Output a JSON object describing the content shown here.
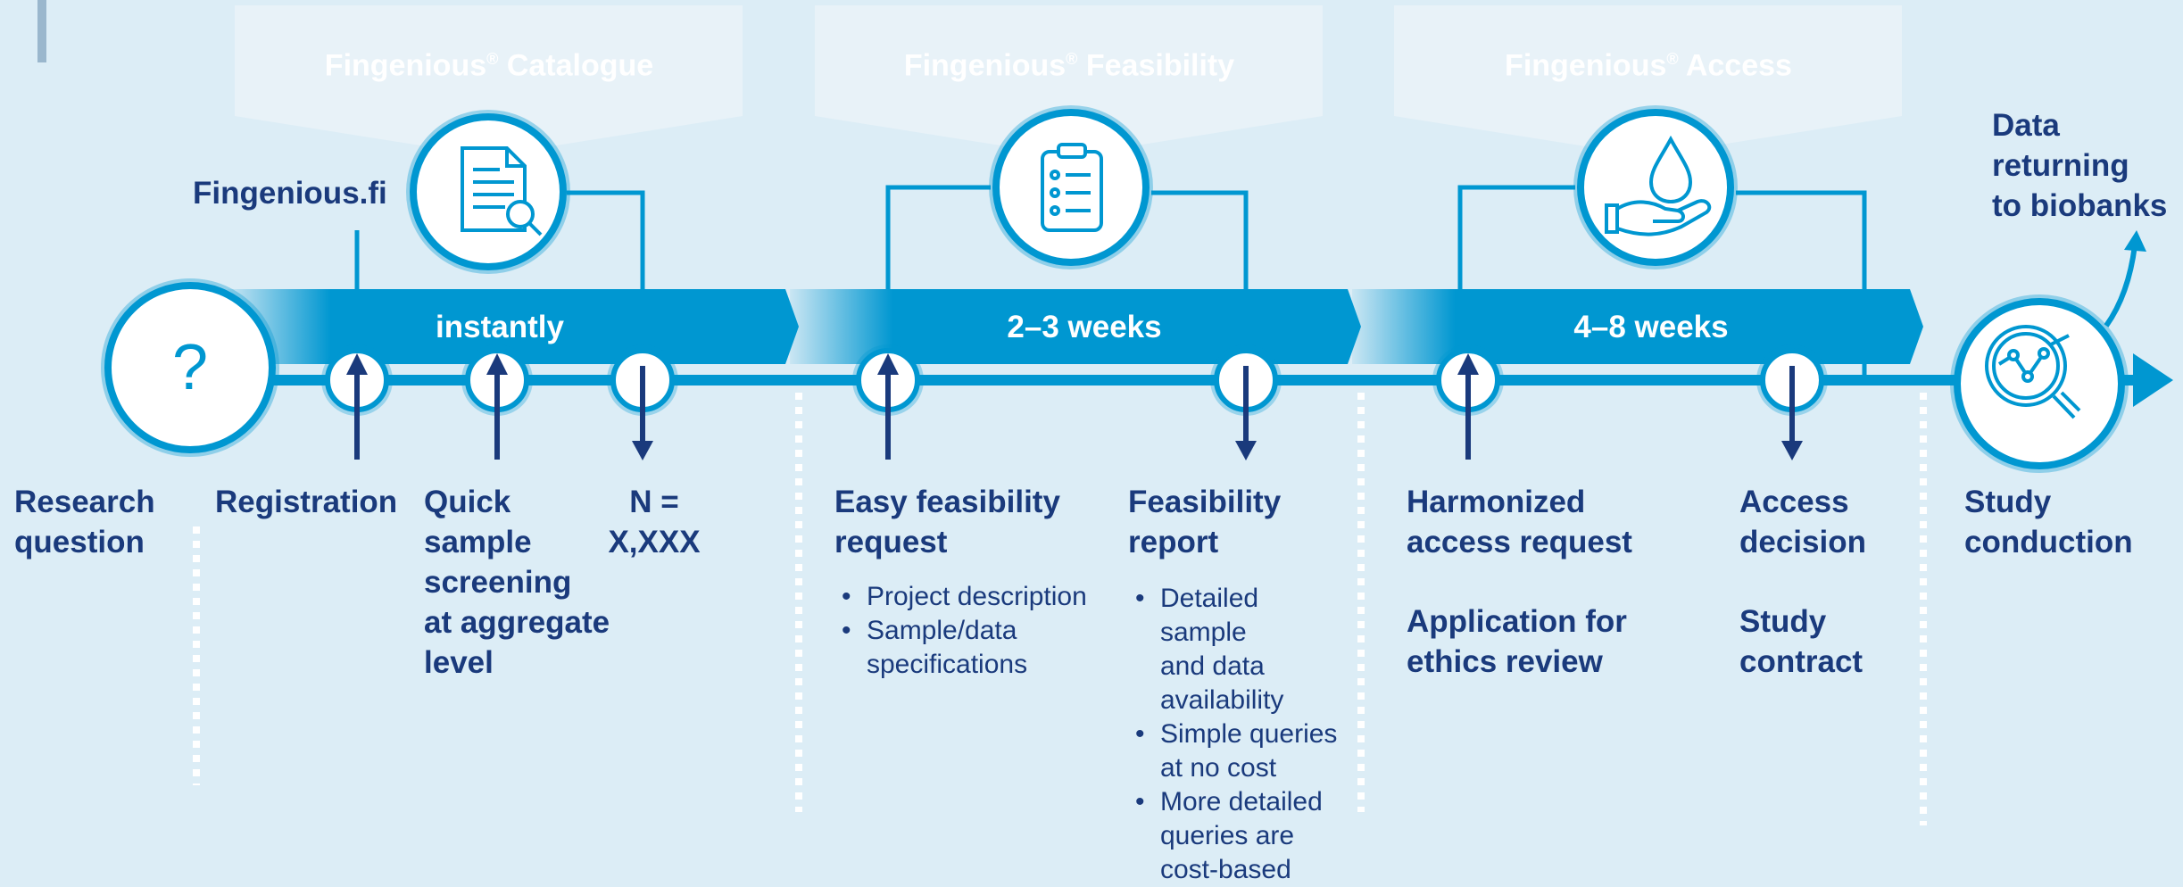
{
  "phases": [
    {
      "tool_name": "Fingenious",
      "tool_mark": "®",
      "tool_suffix": "Catalogue",
      "duration": "instantly",
      "icon": "document-search-icon"
    },
    {
      "tool_name": "Fingenious",
      "tool_mark": "®",
      "tool_suffix": "Feasibility",
      "duration": "2–3 weeks",
      "icon": "clipboard-checklist-icon"
    },
    {
      "tool_name": "Fingenious",
      "tool_mark": "®",
      "tool_suffix": "Access",
      "duration": "4–8 weeks",
      "icon": "hand-drop-icon"
    }
  ],
  "website": "Fingenious.fi",
  "start": {
    "symbol": "?",
    "label_lines": [
      "Research",
      "question"
    ]
  },
  "steps": {
    "registration": {
      "lines": [
        "Registration"
      ]
    },
    "screening": {
      "lines": [
        "Quick",
        "sample",
        "screening",
        "at aggregate",
        "level"
      ]
    },
    "count": {
      "lines": [
        "N =",
        "X,XXX"
      ]
    },
    "feasibility_request": {
      "lines": [
        "Easy feasibility",
        "request"
      ],
      "bullets": [
        [
          "Project description"
        ],
        [
          "Sample/data",
          "specifications"
        ]
      ]
    },
    "feasibility_report": {
      "lines": [
        "Feasibility",
        "report"
      ],
      "bullets": [
        [
          "Detailed",
          "sample",
          "and data",
          "availability"
        ],
        [
          "Simple queries",
          "at no cost"
        ],
        [
          "More detailed",
          "queries are",
          "cost-based"
        ]
      ]
    },
    "access_request": {
      "lines": [
        "Harmonized",
        "access request"
      ],
      "lines2": [
        "Application for",
        "ethics review"
      ]
    },
    "access_decision": {
      "lines": [
        "Access",
        "decision"
      ],
      "lines2": [
        "Study",
        "contract"
      ]
    },
    "study": {
      "lines": [
        "Study",
        "conduction"
      ],
      "icon": "analytics-magnifier-icon"
    }
  },
  "data_return": {
    "lines": [
      "Data",
      "returning",
      "to biobanks"
    ]
  },
  "colors": {
    "background": "#dcedf6",
    "accent": "#0097d1",
    "navy": "#1a3a7c",
    "white": "#ffffff"
  }
}
